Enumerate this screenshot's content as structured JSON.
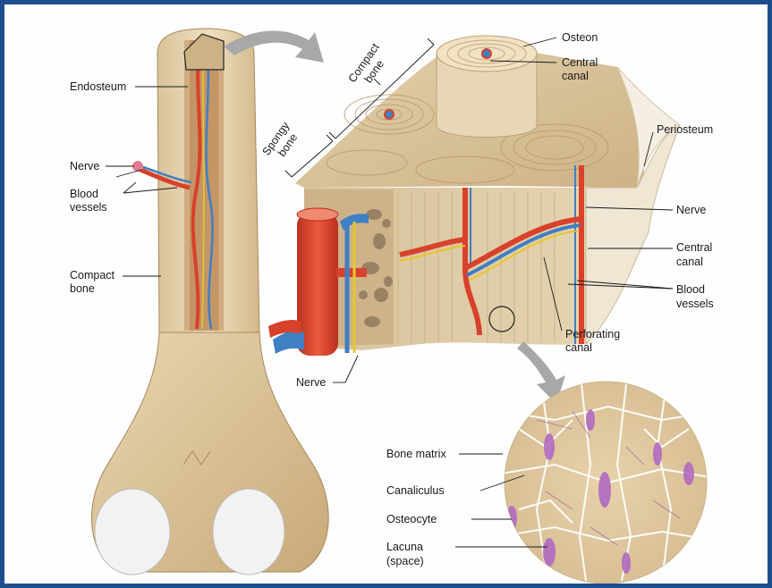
{
  "labels": {
    "endosteum": "Endosteum",
    "nerve_left": [
      "Nerve"
    ],
    "blood_vessels_left": [
      "Blood",
      "vessels"
    ],
    "compact_bone_left": [
      "Compact",
      "bone"
    ],
    "compact_bone_top": [
      "Compact",
      "bone"
    ],
    "spongy_bone": [
      "Spongy",
      "bone"
    ],
    "osteon": "Osteon",
    "central_canal_top": [
      "Central",
      "canal"
    ],
    "periosteum": "Periosteum",
    "nerve_right": "Nerve",
    "central_canal_right": [
      "Central",
      "canal"
    ],
    "blood_vessels_right": [
      "Blood",
      "vessels"
    ],
    "perforating_canal": [
      "Perforating",
      "canal"
    ],
    "nerve_bottom": "Nerve",
    "bone_matrix": "Bone matrix",
    "canaliculus": "Canaliculus",
    "osteocyte": "Osteocyte",
    "lacuna": [
      "Lacuna",
      "(space)"
    ]
  },
  "colors": {
    "frame": "#1c4e8f",
    "bone": "#e6d2ac",
    "bone_dark": "#c9ab7a",
    "artery": "#d8412b",
    "vein": "#3f7fc4",
    "nerve": "#e8c52d",
    "osteocyte": "#b06ac0",
    "arrow": "#a8a8a8"
  }
}
